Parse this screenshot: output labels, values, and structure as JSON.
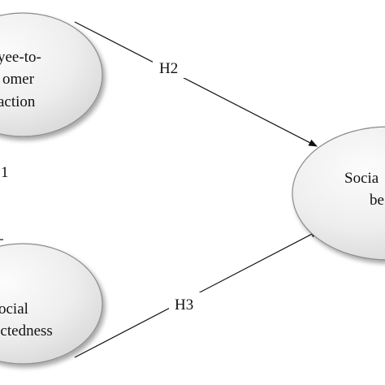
{
  "diagram": {
    "nodes": {
      "employee_interaction": {
        "lines": [
          "yee-to-",
          "omer",
          "action"
        ]
      },
      "social_connectedness": {
        "lines": [
          "ocial",
          "ectedness"
        ]
      },
      "social_behavior": {
        "lines": [
          "Socia",
          "be"
        ]
      }
    },
    "edges": {
      "h2": {
        "label": "H2"
      },
      "h3": {
        "label": "H3"
      },
      "h1": {
        "label": "1"
      }
    },
    "colors": {
      "node_fill_light": "#fbfbfb",
      "node_fill_dark": "#d9d9d9",
      "node_stroke": "#8c8c8c",
      "line": "#111111"
    }
  }
}
